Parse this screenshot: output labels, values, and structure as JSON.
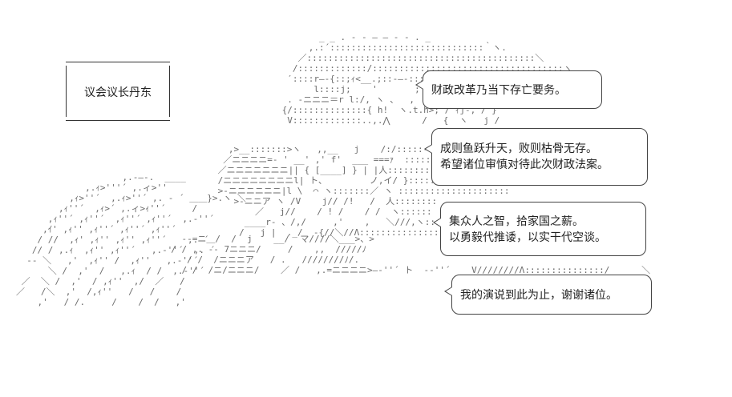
{
  "label": {
    "text": "议会议长丹东"
  },
  "bubbles": [
    {
      "lines": [
        "财政改革乃当下存亡要务。"
      ]
    },
    {
      "lines": [
        "成则鱼跃升天，败则枯骨无存。",
        "希望诸位审慎对待此次财政法案。"
      ]
    },
    {
      "lines": [
        "集众人之智，拾家国之薪。",
        "以勇毅代推诿，以实干代空谈。"
      ]
    },
    {
      "lines": [
        "我的演说到此为止，谢谢诸位。"
      ]
    }
  ]
}
